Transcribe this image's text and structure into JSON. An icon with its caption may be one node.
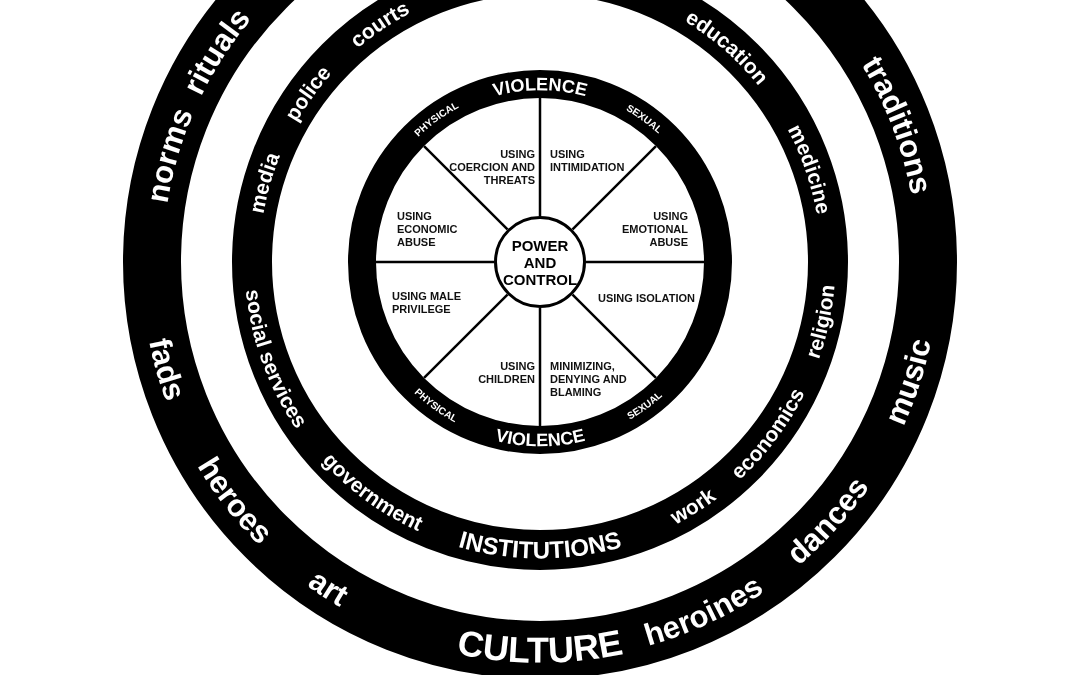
{
  "diagram": {
    "nodes": [
      {
        "text": [
          "norms",
          "rituals",
          "traditions",
          "music",
          "dances",
          "heroines",
          "CULTURE",
          "art",
          "heroes",
          "fads"
        ]
      },
      {
        "text": [
          "media",
          "police",
          "courts",
          "education",
          "medicine",
          "religion",
          "economics",
          "work",
          "INSTITUTIONS",
          "government",
          "social services"
        ],
        "in": 0
      },
      {
        "text": [
          "PHYSICAL",
          "VIOLENCE",
          "SEXUAL",
          "SEXUAL",
          "VIOLENCE",
          "PHYSICAL"
        ],
        "in": 1
      },
      {
        "text": [
          "USING COERCION AND THREATS"
        ],
        "in": 2
      },
      {
        "text": [
          "USING INTIMIDATION"
        ],
        "in": 2
      },
      {
        "text": [
          "USING ECONOMIC ABUSE"
        ],
        "in": 2
      },
      {
        "text": [
          "POWER AND CONTROL"
        ],
        "in": 2
      },
      {
        "text": [
          "USING EMOTIONAL ABUSE"
        ],
        "in": 2
      },
      {
        "text": [
          "USING MALE PRIVILEGE"
        ],
        "in": 2
      },
      {
        "text": [
          "USING ISOLATION"
        ],
        "in": 2
      },
      {
        "text": [
          "USING CHILDREN"
        ],
        "in": 2
      },
      {
        "text": [
          "MINIMIZING, DENYING AND BLAMING"
        ],
        "in": 2
      }
    ]
  }
}
